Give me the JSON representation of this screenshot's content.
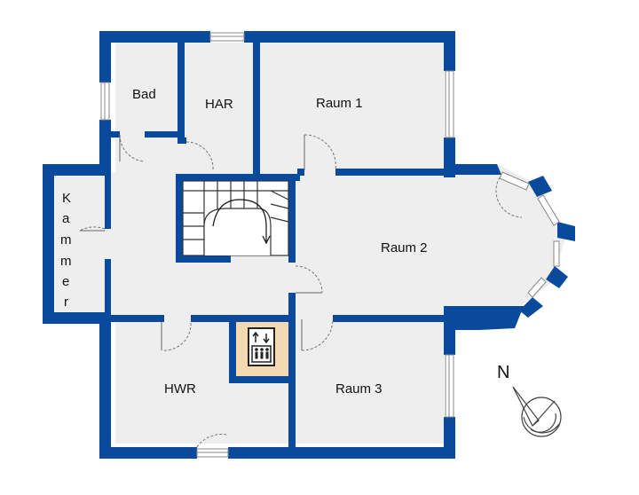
{
  "rooms": {
    "bad": "Bad",
    "har": "HAR",
    "raum1": "Raum 1",
    "raum2": "Raum 2",
    "raum3": "Raum 3",
    "hwr": "HWR",
    "kammer": [
      "K",
      "a",
      "m",
      "m",
      "e",
      "r"
    ]
  },
  "compass": {
    "north_label": "N"
  },
  "colors": {
    "wall": "#0a4a9c",
    "floor": "#eeeeee",
    "elevator": "#f5d9b0",
    "elevator_frame": "#333333"
  },
  "icons": {
    "elevator": "elevator-icon",
    "stairs": "staircase",
    "compass": "compass-icon"
  }
}
